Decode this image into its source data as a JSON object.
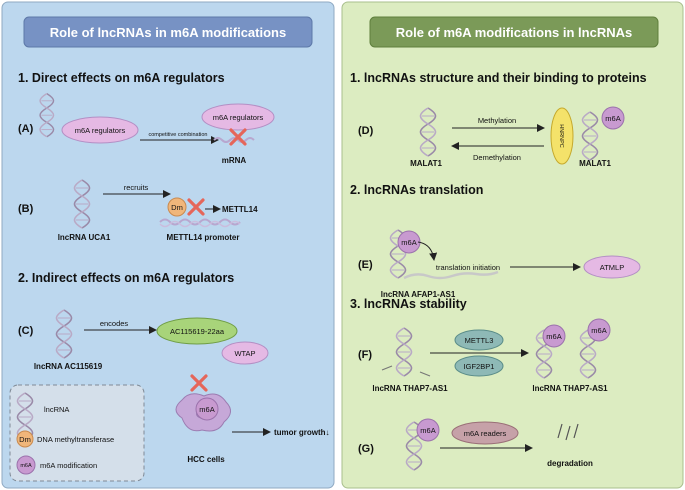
{
  "colors": {
    "left_bg": "#bcd7ee",
    "right_bg": "#dcecc1",
    "left_header": "#7792c4",
    "right_header": "#7b9a58",
    "pink": "#e5b9e4",
    "pink_dark": "#c89ad0",
    "dm_orange": "#f0b67a",
    "yellow": "#f4e26a",
    "green_ellipse": "#a8d47a",
    "teal": "#8eb9b6",
    "red_x": "#e5665a"
  },
  "left": {
    "header": "Role of lncRNAs in m6A modifications",
    "section1": "1. Direct effects on m6A regulators",
    "panel_a": {
      "label": "(A)",
      "left_bubble": "m6A regulators",
      "arrow_text": "competitive combination",
      "right_bubble": "m6A regulators",
      "target": "mRNA"
    },
    "panel_b": {
      "label": "(B)",
      "rna": "lncRNA UCA1",
      "arrow_text": "recruits",
      "dm": "Dm",
      "target": "METTL14",
      "promoter": "METTL14 promoter"
    },
    "section2": "2. Indirect effects on m6A regulators",
    "panel_c": {
      "label": "(C)",
      "rna": "lncRNA AC115619",
      "arrow_text": "encodes",
      "peptide": "AC115619-22aa",
      "wtap": "WTAP",
      "m6a": "m6A",
      "outcome": "tumor growth↓",
      "cells": "HCC cells"
    },
    "legend": {
      "items": [
        {
          "label": "lncRNA",
          "icon": "rna-helix-icon"
        },
        {
          "badge": "Dm",
          "label": "DNA methyltransferase",
          "icon": "dm-circle-icon"
        },
        {
          "badge": "m6A",
          "label": "m6A modification",
          "icon": "m6a-circle-icon"
        }
      ]
    }
  },
  "right": {
    "header": "Role of m6A modifications in lncRNAs",
    "section1": "1. lncRNAs structure and their binding to proteins",
    "panel_d": {
      "label": "(D)",
      "rna_left": "MALAT1",
      "arrow_forward": "Methylation",
      "arrow_back": "Demethylation",
      "protein": "HNRNPC",
      "m6a": "m6A",
      "rna_right": "MALAT1"
    },
    "section2": "2. lncRNAs translation",
    "panel_e": {
      "label": "(E)",
      "m6a": "m6A",
      "arrow_text": "translation initiation",
      "product": "ATMLP",
      "rna": "lncRNA AFAP1-AS1"
    },
    "section3": "3. lncRNAs stability",
    "panel_f": {
      "label": "(F)",
      "factor_top": "METTL3",
      "factor_bottom": "IGF2BP1",
      "m6a_1": "m6A",
      "m6a_2": "m6A",
      "rna_left": "lncRNA THAP7-AS1",
      "rna_right": "lncRNA THAP7-AS1"
    },
    "panel_g": {
      "label": "(G)",
      "m6a": "m6A",
      "reader": "m6A readers",
      "outcome": "degradation"
    }
  }
}
